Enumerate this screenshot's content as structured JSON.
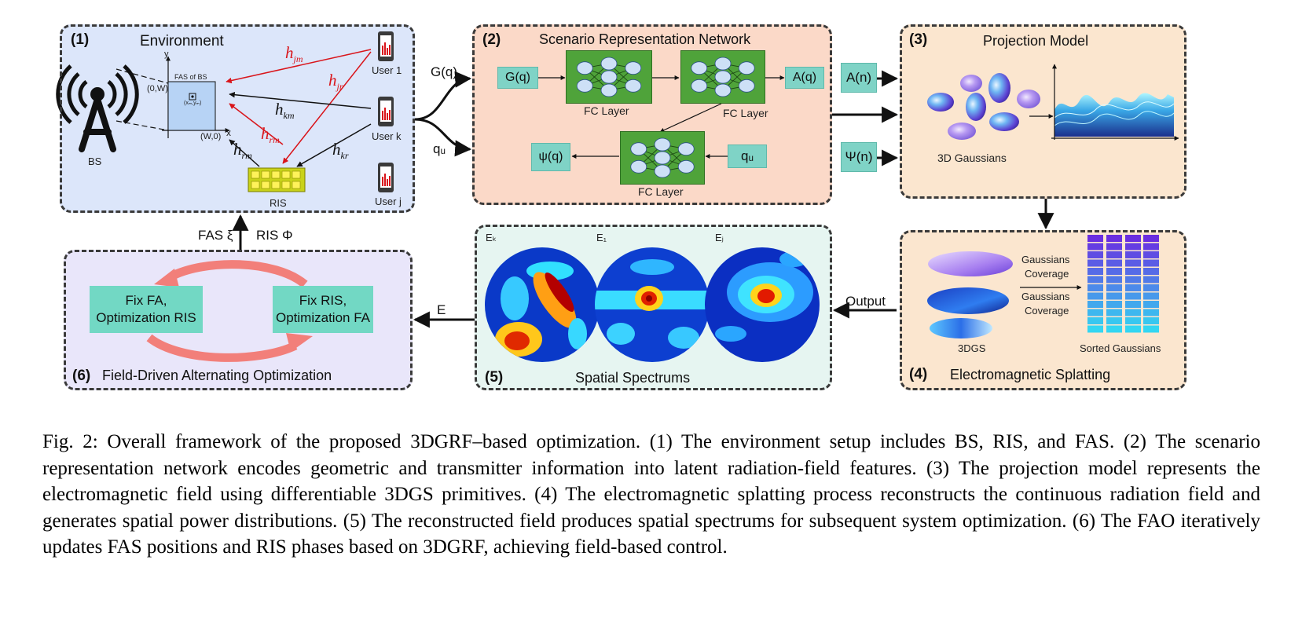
{
  "colors": {
    "env_bg": "#dce6fa",
    "srn_bg": "#fbd9c8",
    "proj_bg": "#fbe6cf",
    "splat_bg": "#fbe6cf",
    "spec_bg": "#e6f5f1",
    "opt_bg": "#e9e6fa",
    "teal_box": "#7fd3c6",
    "fc_layer": "#4fa33a",
    "neuron": "#cde0f6",
    "red_link": "#d9151b",
    "opt_arrow": "#f27f7a"
  },
  "env": {
    "num": "(1)",
    "title": "Environment",
    "bs_label": "BS",
    "fas_label": "FAS of BS",
    "axis_y": "y",
    "axis_x": "x",
    "coord_0w": "(0,W)",
    "coord_w0": "(W,0)",
    "point_label": "(xₘ,yₘ)",
    "ris_label": "RIS",
    "user1": "User 1",
    "userk": "User k",
    "userj": "User j",
    "h_jm": "h",
    "h_jm_sub": "jm",
    "h_jr": "h",
    "h_jr_sub": "jr",
    "h_km": "h",
    "h_km_sub": "km",
    "h_rm_red": "h",
    "h_rm_red_sub": "rm",
    "h_rm": "h",
    "h_rm_sub": "rm",
    "h_kr": "h",
    "h_kr_sub": "kr",
    "icons": [
      "base-station-icon",
      "smartphone-icon",
      "ris-panel-icon"
    ]
  },
  "links": {
    "gq": "G(q)",
    "qu": "qᵤ",
    "fas_xi": "FAS ξ",
    "ris_phi": "RIS Φ",
    "e": "E",
    "output": "Output"
  },
  "srn": {
    "num": "(2)",
    "title": "Scenario Representation Network",
    "gq_box": "G(q)",
    "aq_box": "A(q)",
    "psi_box": "ψ(q)",
    "qu_box": "qᵤ",
    "fc1": "FC Layer",
    "fc2": "FC Layer",
    "fc3": "FC Layer"
  },
  "mid": {
    "an": "A(n)",
    "psin": "Ψ(n)"
  },
  "proj": {
    "num": "(3)",
    "title": "Projection Model",
    "gaussians": "3D Gaussians"
  },
  "splat": {
    "num": "(4)",
    "title": "Electromagnetic Splatting",
    "cov1_a": "Gaussians",
    "cov1_b": "Coverage",
    "cov2_a": "Gaussians",
    "cov2_b": "Coverage",
    "dgs": "3DGS",
    "sorted": "Sorted Gaussians"
  },
  "spec": {
    "num": "(5)",
    "title": "Spatial Spectrums",
    "ek": "Eₖ",
    "e1": "E₁",
    "ej": "Eⱼ"
  },
  "opt": {
    "num": "(6)",
    "title": "Field-Driven Alternating Optimization",
    "box_left_1": "Fix FA,",
    "box_left_2": "Optimization RIS",
    "box_right_1": "Fix RIS,",
    "box_right_2": "Optimization FA"
  },
  "caption": "Fig. 2: Overall framework of the proposed 3DGRF–based optimization. (1) The environment setup includes BS, RIS, and FAS. (2) The scenario representation network encodes geometric and transmitter information into latent radiation-field features. (3) The projection model represents the electromagnetic field using differentiable 3DGS primitives. (4) The electromagnetic splatting process reconstructs the continuous radiation field and generates spatial power distributions. (5) The reconstructed field produces spatial spectrums for subsequent system optimization. (6) The FAO iteratively updates FAS positions and RIS phases based on 3DGRF, achieving field-based control."
}
